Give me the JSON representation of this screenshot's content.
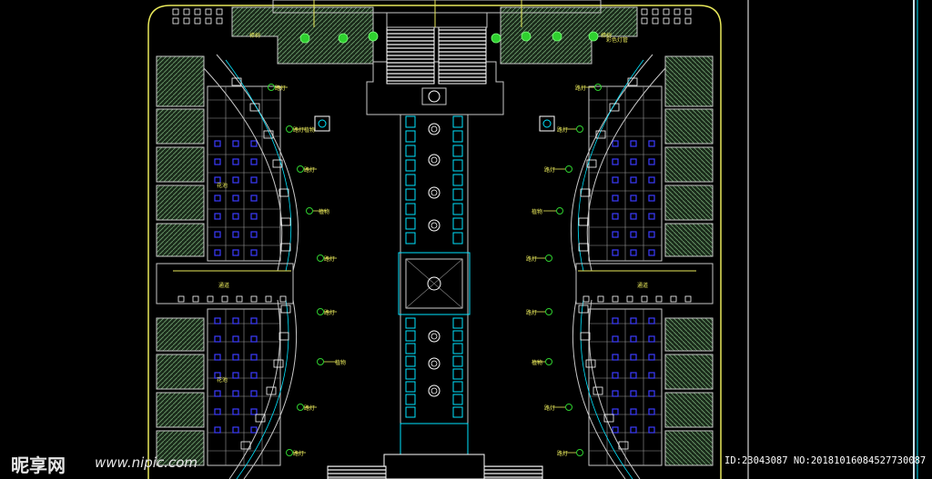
{
  "colors": {
    "background": "#000000",
    "boundary": "#e8e85a",
    "lines": "#c8c8c8",
    "cyan": "#00e5ff",
    "blue": "#3b3bff",
    "hatch_green": "#6fa06f",
    "tree_green": "#2fd02f",
    "label": "#e8e85a"
  },
  "labels": {
    "lamp": "路灯",
    "tree": "樟树",
    "plant": "植物",
    "corridor": "通道",
    "flower": "花池",
    "color_lamp": "彩色灯管"
  },
  "watermark": {
    "logo": "昵享网",
    "url": "www.nipic.com",
    "id_text": "ID:23043087 NO:20181016084527730087"
  }
}
